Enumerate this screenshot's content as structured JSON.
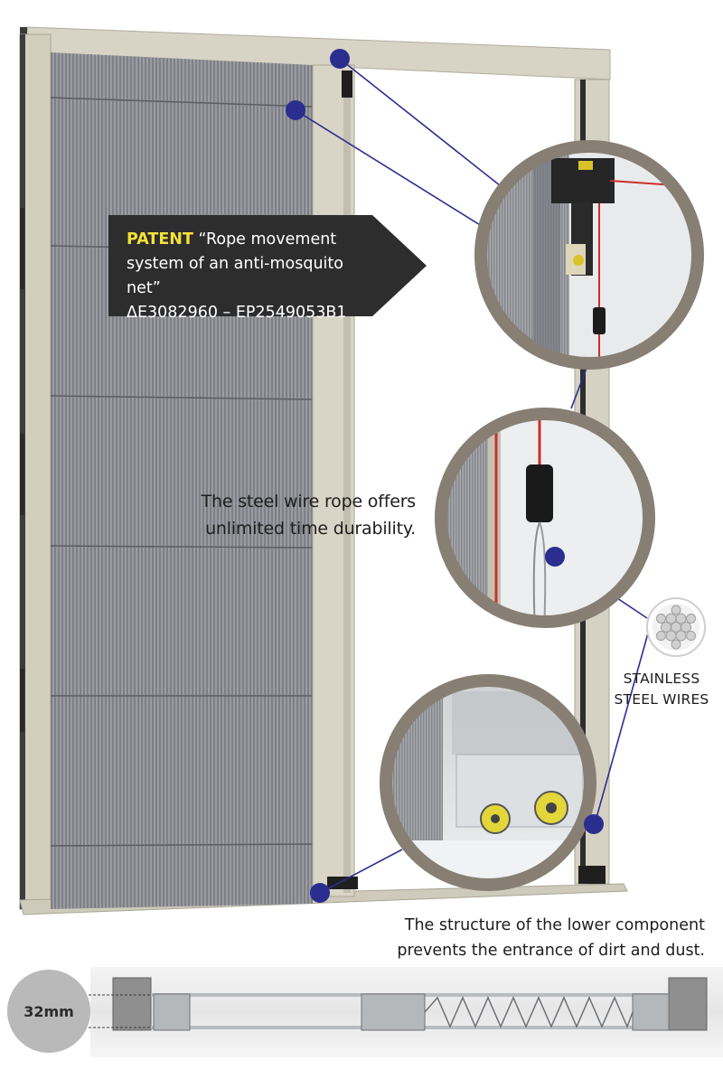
{
  "patent": {
    "keyword": "PATENT",
    "title_line1": "“Rope movement",
    "title_line2": "system of an anti-mosquito net”",
    "numbers": "ΔE3082960 – EP2549053B1"
  },
  "captions": {
    "steel_wire_line1": "The steel wire rope offers",
    "steel_wire_line2": "unlimited time durability.",
    "stainless_line1": "STAINLESS",
    "stainless_line2": "STEEL WIRES",
    "lower_line1": "The structure of the lower component",
    "lower_line2": "prevents the entrance of dirt and dust."
  },
  "profile": {
    "size_label": "32mm"
  },
  "colors": {
    "frame": "#d6d2c3",
    "frame_dark": "#b7b2a2",
    "mesh": "#8d9095",
    "callout_ring": "#877f74",
    "marker": "#2b2e8f",
    "callout_bg": "#2d2d2d",
    "rope": "#c9312c",
    "patent_highlight": "#f4e13a"
  }
}
